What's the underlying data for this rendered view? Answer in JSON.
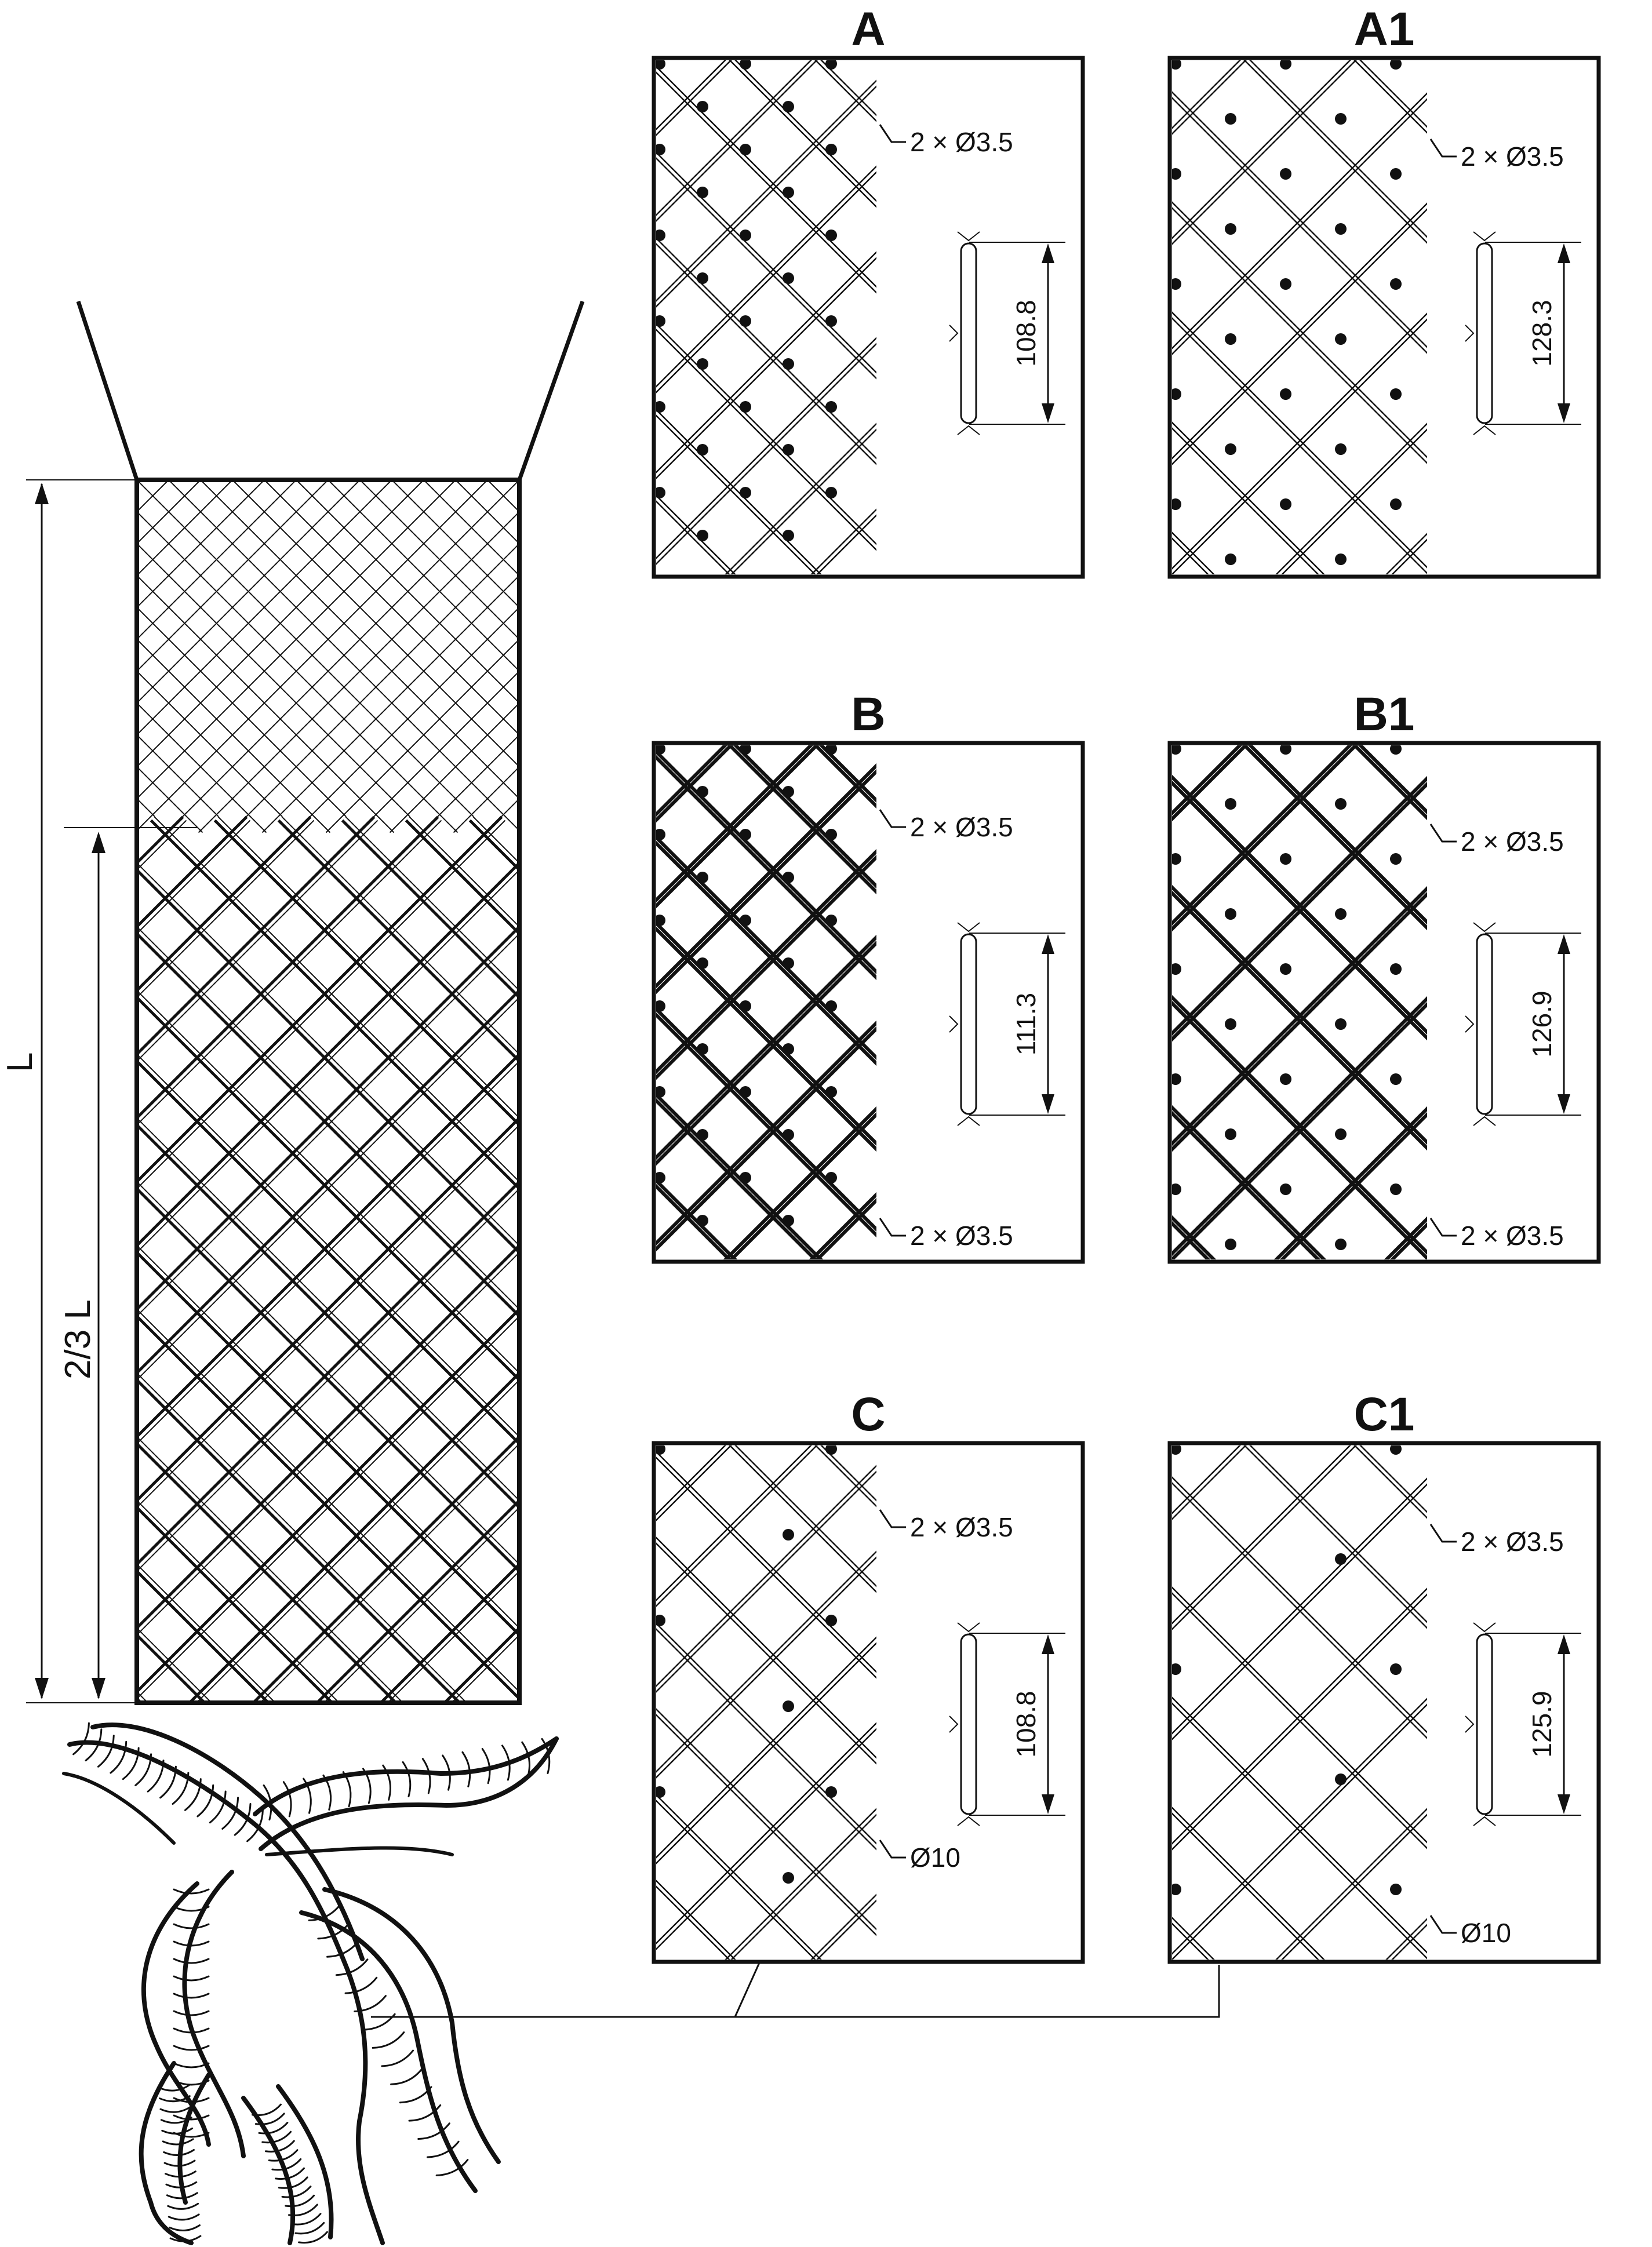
{
  "left_figure": {
    "length_label": "L",
    "fraction_label": "2/3 L"
  },
  "panels": [
    {
      "id": "A",
      "title": "A",
      "callouts": [
        "2 × Ø3.5"
      ],
      "dimension": "108.8",
      "thick": false,
      "mesh": "small"
    },
    {
      "id": "A1",
      "title": "A1",
      "callouts": [
        "2 × Ø3.5"
      ],
      "dimension": "128.3",
      "thick": false,
      "mesh": "large"
    },
    {
      "id": "B",
      "title": "B",
      "callouts": [
        "2 × Ø3.5",
        "2 × Ø3.5"
      ],
      "dimension": "111.3",
      "thick": true,
      "mesh": "small"
    },
    {
      "id": "B1",
      "title": "B1",
      "callouts": [
        "2 × Ø3.5",
        "2 × Ø3.5"
      ],
      "dimension": "126.9",
      "thick": true,
      "mesh": "large"
    },
    {
      "id": "C",
      "title": "C",
      "callouts": [
        "2 × Ø3.5",
        "Ø10"
      ],
      "dimension": "108.8",
      "thick": false,
      "mesh": "sparse"
    },
    {
      "id": "C1",
      "title": "C1",
      "callouts": [
        "2 × Ø3.5",
        "Ø10"
      ],
      "dimension": "125.9",
      "thick": false,
      "mesh": "sparse-large"
    }
  ],
  "icons": {
    "rope": "twisted-rope-icon"
  }
}
